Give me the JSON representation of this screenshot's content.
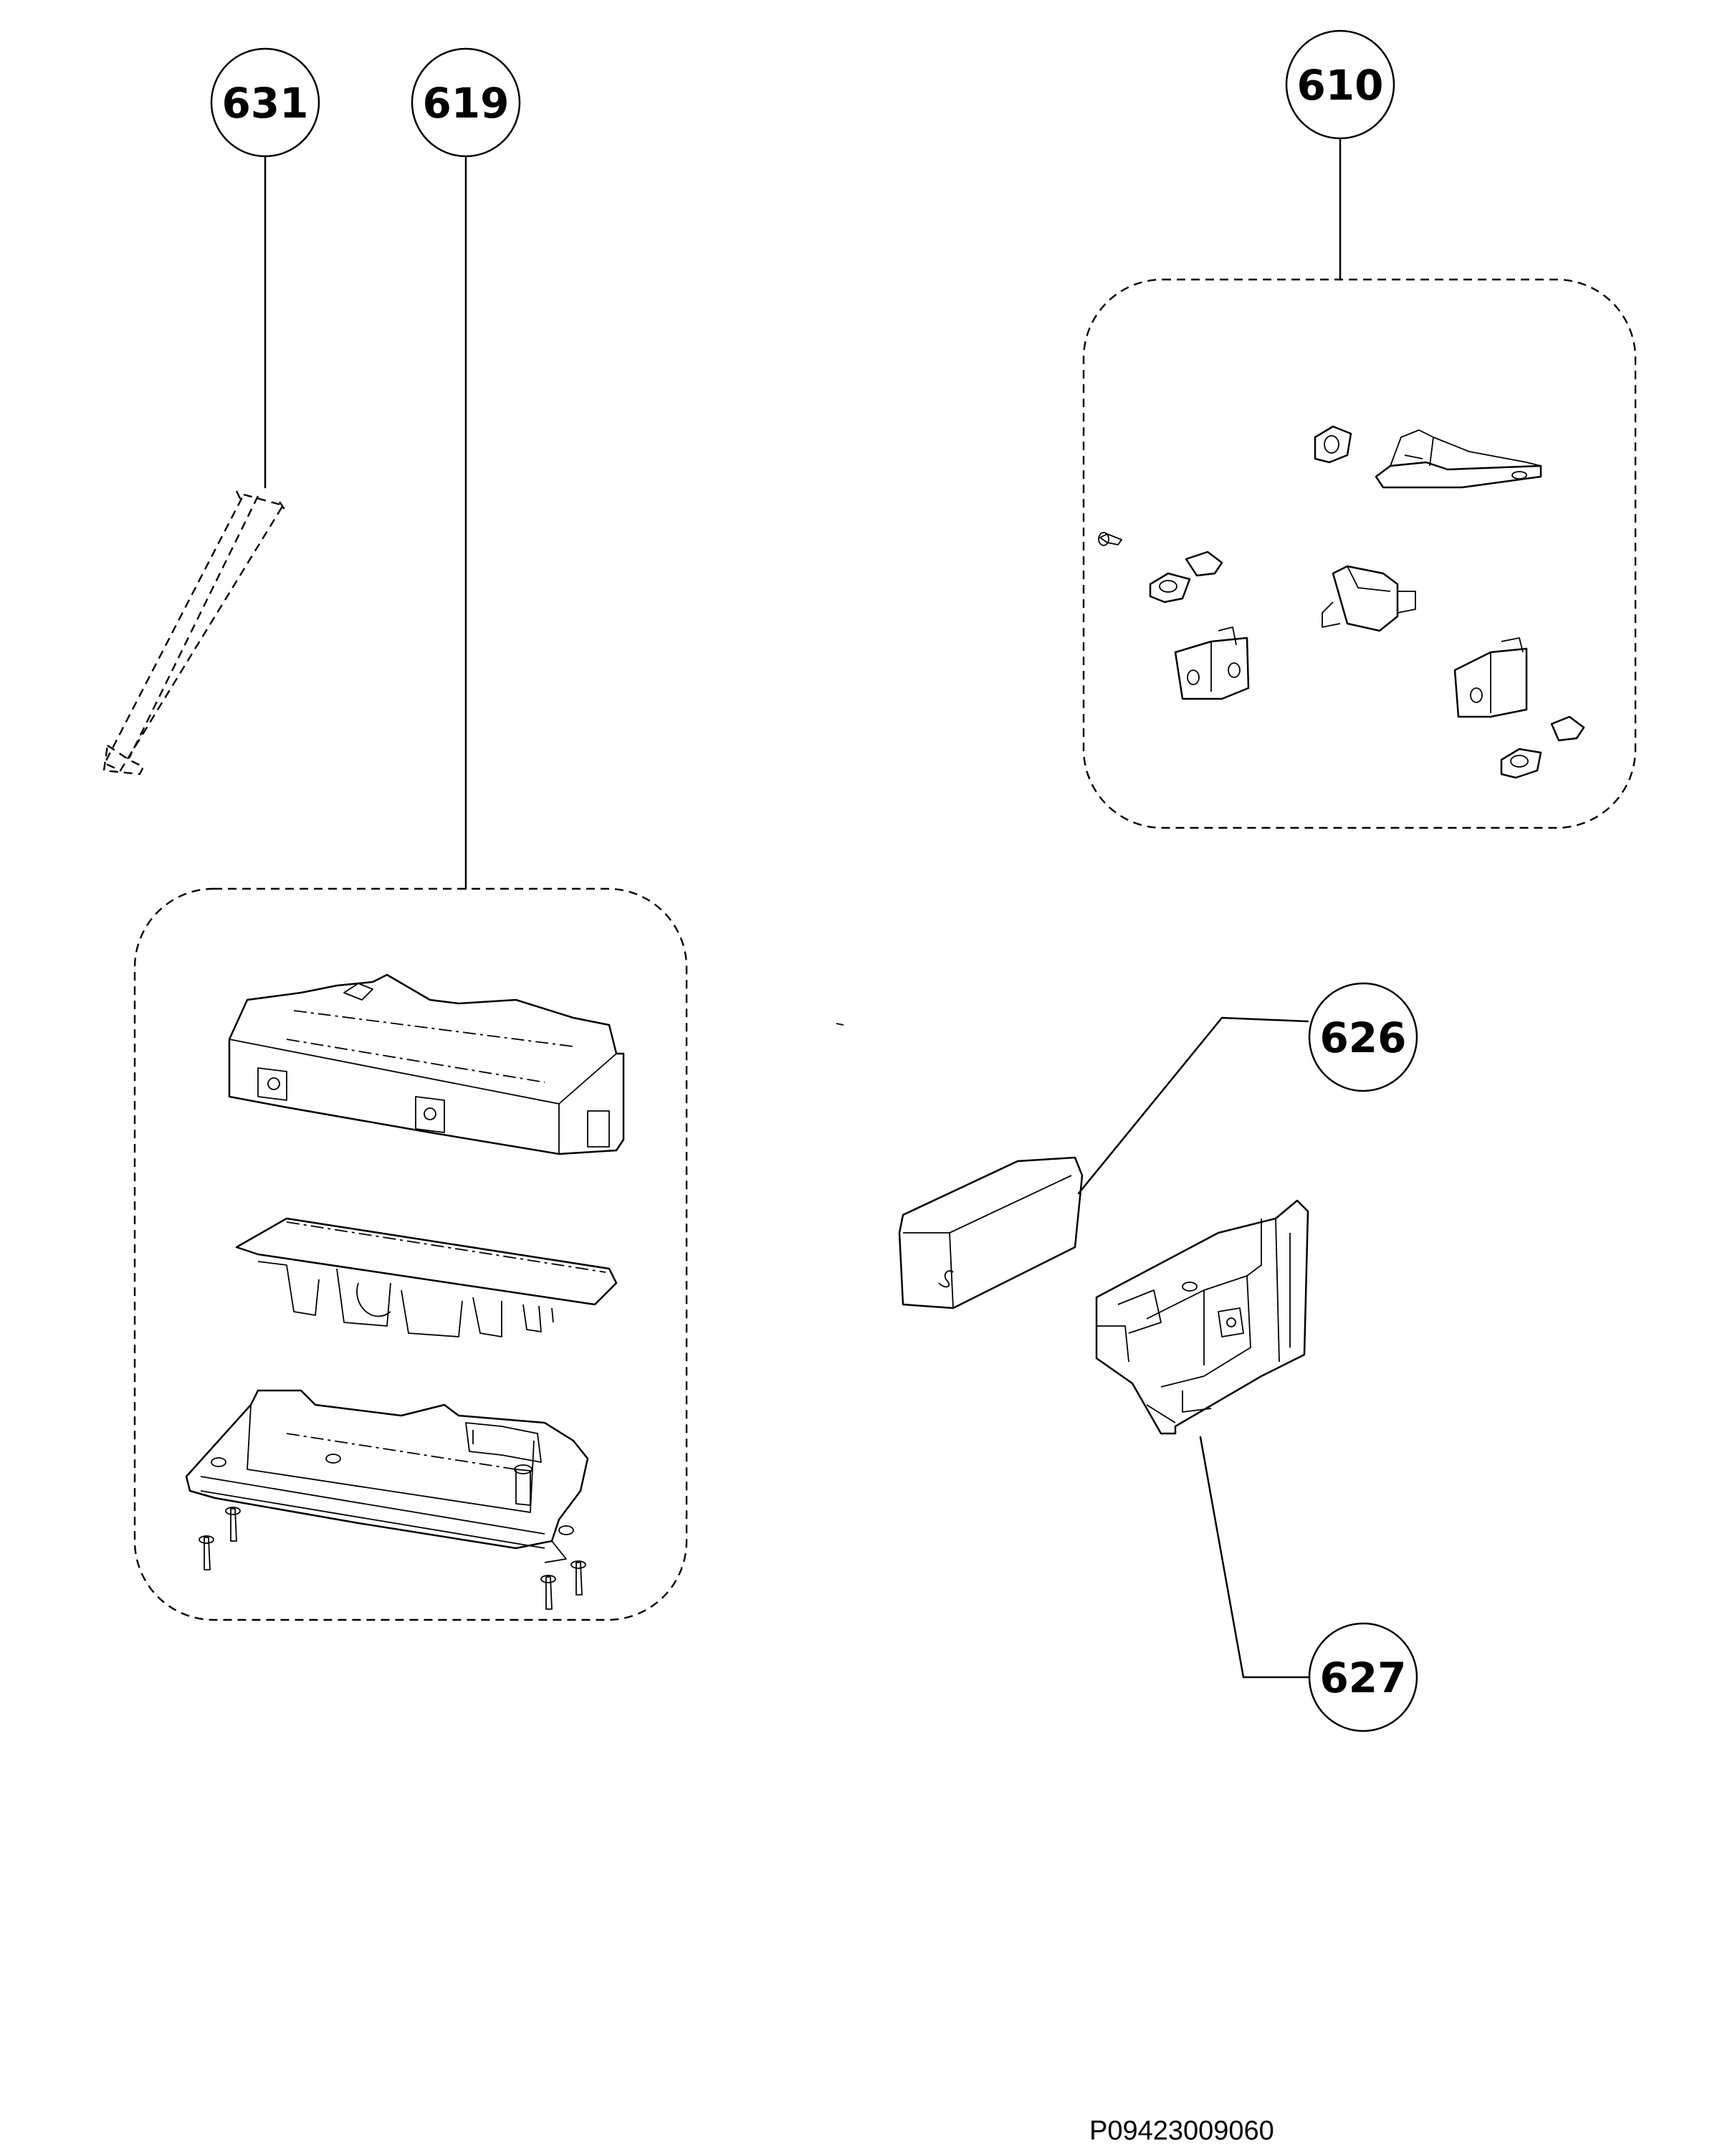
{
  "callouts": {
    "c631": "631",
    "c619": "619",
    "c610": "610",
    "c626": "626",
    "c627": "627"
  },
  "document_id": "P09423009060"
}
